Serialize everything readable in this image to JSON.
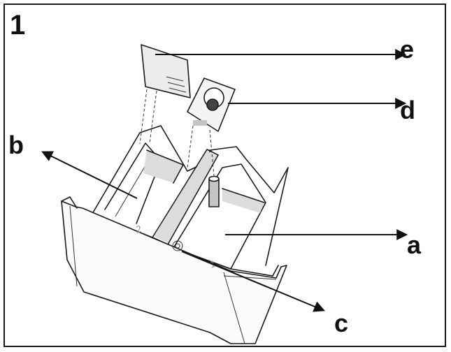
{
  "figure": {
    "number": "1"
  },
  "labels": {
    "a": "a",
    "b": "b",
    "c": "c",
    "d": "d",
    "e": "e"
  },
  "engravings": {
    "compartment_2": "2",
    "compartment_1": "1"
  }
}
